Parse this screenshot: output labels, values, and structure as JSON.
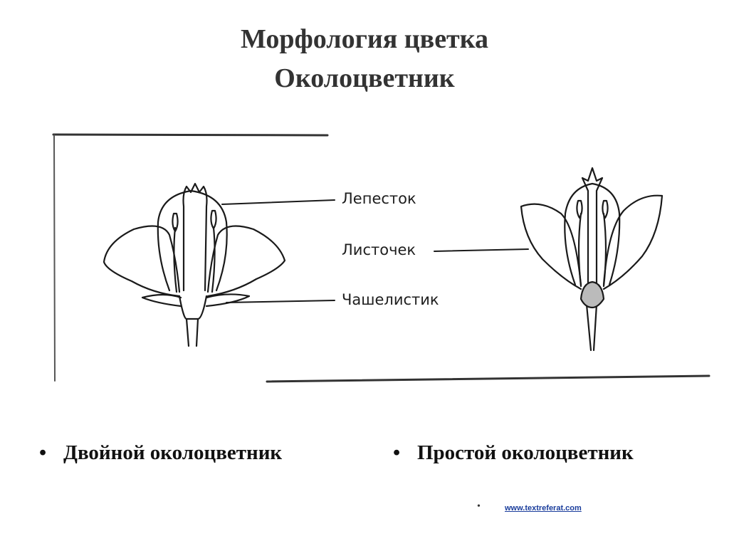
{
  "title": {
    "line1": "Морфология цветка",
    "line2": "Околоцветник"
  },
  "diagram": {
    "labels": {
      "petal": "Лепесток",
      "leaflet": "Листочек",
      "sepal": "Чашелистик"
    }
  },
  "bullets": [
    {
      "marker": "•",
      "text": "Двойной околоцветник"
    },
    {
      "marker": "•",
      "text": "Простой околоцветник"
    }
  ],
  "footer": {
    "marker": "•",
    "link_text": "www.textreferat.com"
  }
}
